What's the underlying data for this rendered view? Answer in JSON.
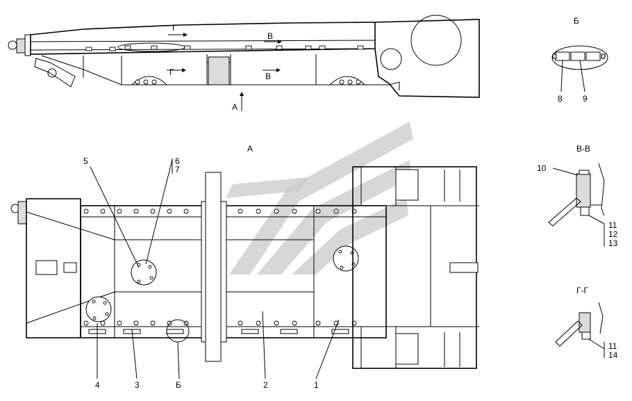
{
  "views": {
    "section_g_top": "Г",
    "section_v_top": "В",
    "section_g_bottom": "Г",
    "section_v_bottom": "В",
    "arrow_a": "А",
    "view_a_title": "А",
    "detail_b_title": "Б",
    "section_vv_title": "В-В",
    "section_gg_title": "Г-Г"
  },
  "callouts": {
    "c1": "1",
    "c2": "2",
    "c3": "3",
    "c4": "4",
    "c5": "5",
    "c6": "6",
    "c7": "7",
    "c8": "8",
    "c9": "9",
    "c10": "10",
    "c11a": "11",
    "c12": "12",
    "c13": "13",
    "c11b": "11",
    "c14": "14",
    "cB": "Б"
  },
  "colors": {
    "line": "#000000",
    "fill_gray": "#dcdcdc",
    "watermark": "#c9c9c9"
  }
}
